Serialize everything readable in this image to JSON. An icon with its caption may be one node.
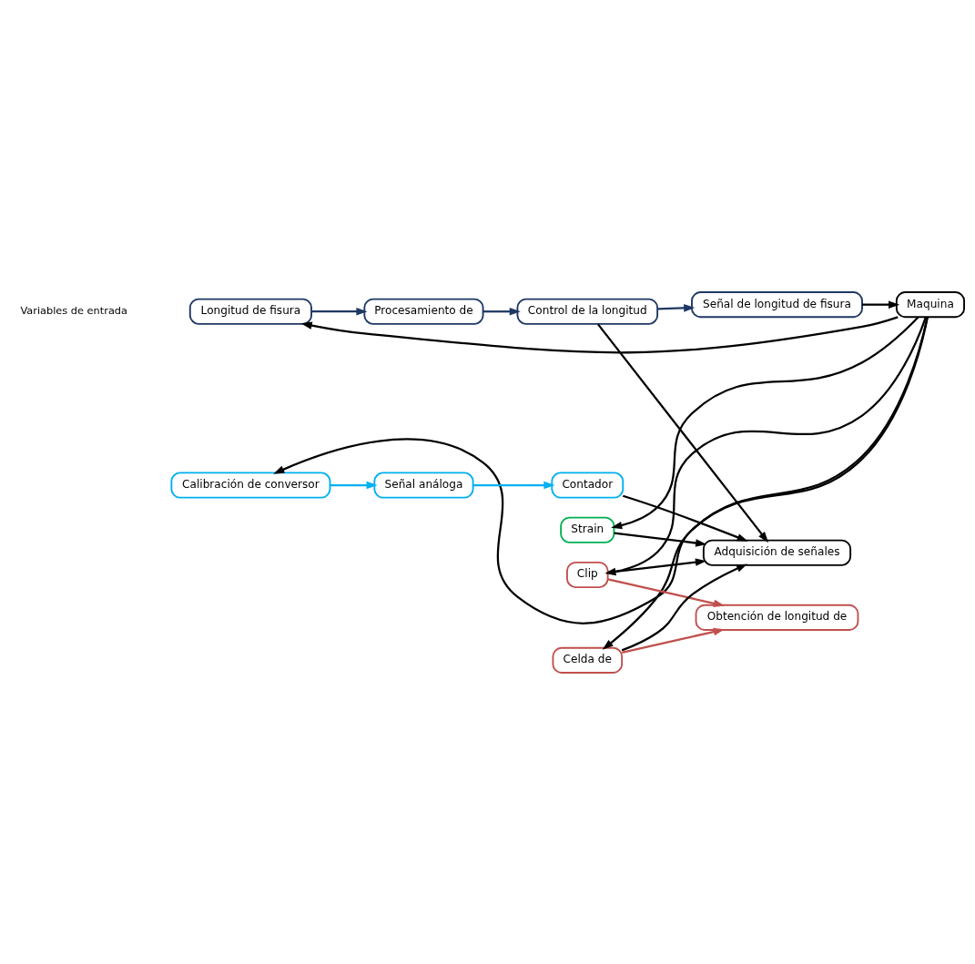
{
  "diagram": {
    "nodes": [
      {
        "text": [
          "Procesamiento de"
        ]
      },
      {
        "text": [
          "Longitud de fisura"
        ]
      },
      {
        "text": [
          "Control de la longitud"
        ]
      },
      {
        "text": [
          "Señal de longitud de fisura"
        ]
      },
      {
        "text": [
          "Strain"
        ]
      },
      {
        "text": [
          "Adquisición de señales"
        ]
      },
      {
        "text": [
          "Maquina"
        ]
      },
      {
        "text": [
          "Clip"
        ]
      },
      {
        "text": [
          "Obtención de longitud de"
        ]
      },
      {
        "text": [
          "Celda de"
        ]
      },
      {
        "text": [
          "Señal análoga"
        ]
      },
      {
        "text": [
          "Contador"
        ]
      },
      {
        "text": [
          "Calibración de conversor"
        ]
      }
    ],
    "edges": [
      {
        "from": 6,
        "to": 1,
        "arrow": "to"
      },
      {
        "from": 6,
        "to": 4,
        "arrow": "to"
      },
      {
        "from": 6,
        "to": 7,
        "arrow": "to"
      },
      {
        "from": 6,
        "to": 9,
        "arrow": "to"
      },
      {
        "from": 6,
        "to": 12,
        "arrow": "to"
      },
      {
        "from": 1,
        "to": 0,
        "arrow": "to",
        "color": "#1f3864"
      },
      {
        "from": 0,
        "to": 2,
        "arrow": "to",
        "color": "#1f3864"
      },
      {
        "from": 2,
        "to": 3,
        "arrow": "to",
        "color": "#1f3864"
      },
      {
        "from": 2,
        "to": 5,
        "arrow": "to"
      },
      {
        "from": 3,
        "to": 6,
        "arrow": "to"
      },
      {
        "from": 4,
        "to": 5,
        "arrow": "to"
      },
      {
        "from": 7,
        "to": 5,
        "arrow": "to"
      },
      {
        "from": 7,
        "to": 8,
        "arrow": "to",
        "color": "#c0504d"
      },
      {
        "from": 9,
        "to": 8,
        "arrow": "to",
        "color": "#c0504d"
      },
      {
        "from": 9,
        "to": 5,
        "arrow": "to"
      },
      {
        "from": 11,
        "to": 5,
        "arrow": "to"
      },
      {
        "from": 10,
        "to": 11,
        "arrow": "to",
        "color": "#00b0f0"
      },
      {
        "from": 12,
        "to": 10,
        "arrow": "to",
        "color": "#00b0f0"
      }
    ],
    "labels": [
      "Variables de entrada"
    ]
  }
}
